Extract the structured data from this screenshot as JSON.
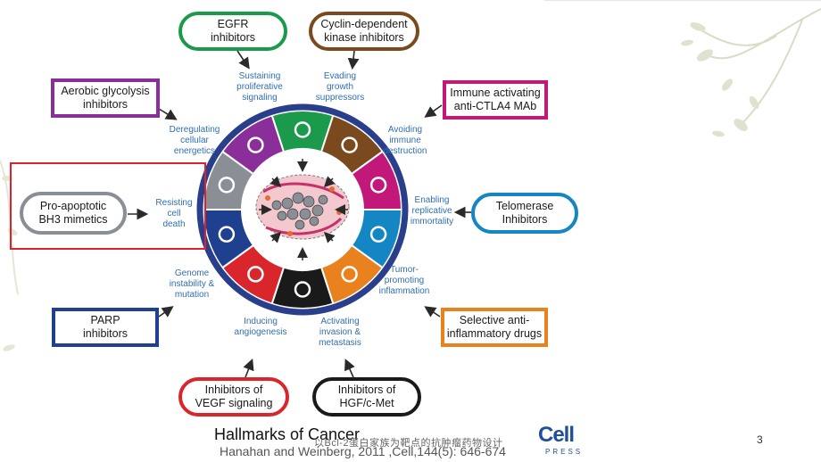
{
  "slide": {
    "number": "3",
    "footer_overlay": "以Bcl-2蛋白家族为靶点的抗肿瘤药物设计",
    "title": "Hallmarks of Cancer",
    "citation": "Hanahan and Weinberg, 2011 ,Cell,144(5): 646-674",
    "publisher_logo": "Cell",
    "publisher_sub": "PRESS"
  },
  "drug_boxes": {
    "egfr": "EGFR\ninhibitors",
    "cdk": "Cyclin-dependent\nkinase inhibitors",
    "immune": "Immune activating\nanti-CTLA4 MAb",
    "telomerase": "Telomerase\nInhibitors",
    "antiinflam": "Selective anti-\ninflammatory drugs",
    "hgf": "Inhibitors of\nHGF/c-Met",
    "vegf": "Inhibitors of\nVEGF signaling",
    "parp": "PARP\ninhibitors",
    "bh3": "Pro-apoptotic\nBH3 mimetics",
    "glycolysis": "Aerobic glycolysis\ninhibitors"
  },
  "hallmarks": {
    "proliferative": "Sustaining\nproliferative\nsignaling",
    "growth": "Evading\ngrowth\nsuppressors",
    "immune": "Avoiding\nimmune\ndestruction",
    "replicative": "Enabling\nreplicative\nimmortality",
    "inflammation": "Tumor-\npromoting\ninflammation",
    "invasion": "Activating\ninvasion &\nmetastasis",
    "angiogenesis": "Inducing\nangiogenesis",
    "genome": "Genome\ninstability &\nmutation",
    "death": "Resisting\ncell\ndeath",
    "energetics": "Deregulating\ncellular\nenergetics"
  },
  "colors": {
    "egfr": "#1a9a4a",
    "cdk": "#7a4a1e",
    "immune": "#c2187a",
    "telomerase": "#1586c4",
    "antiinflam": "#e8811e",
    "hgf": "#1a1a1a",
    "vegf": "#d9262c",
    "parp": "#1f3f8f",
    "bh3": "#8a8f96",
    "glycolysis": "#8a2f9a",
    "hallmark_text": "#2f6fb3",
    "highlight": "#e0202a"
  }
}
